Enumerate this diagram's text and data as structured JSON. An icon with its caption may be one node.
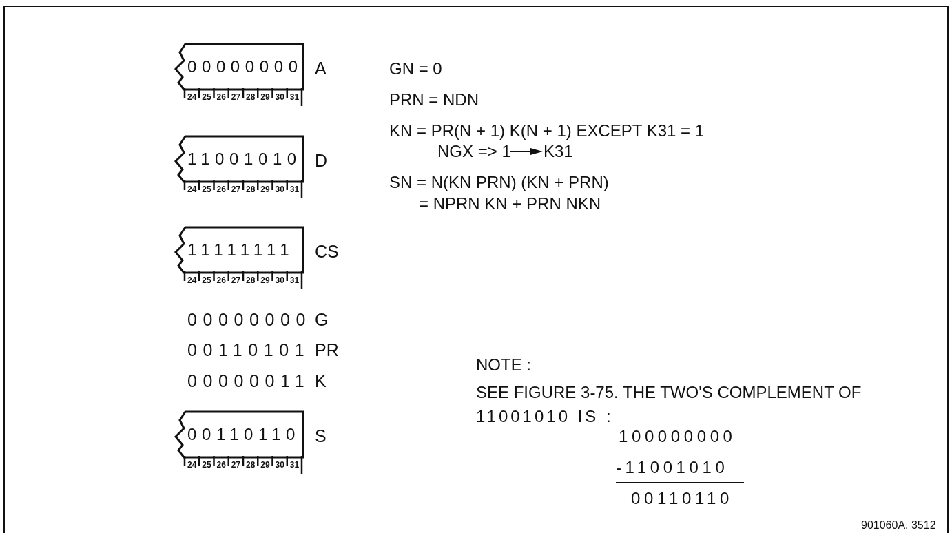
{
  "diagram": {
    "nodes": [
      {
        "text": [
          "00000000"
        ],
        "beside": [
          "A",
          "24",
          "25",
          "26",
          "27",
          "28",
          "29",
          "30",
          "31"
        ]
      },
      {
        "text": [
          "11001010"
        ],
        "beside": [
          "D",
          "24",
          "25",
          "26",
          "27",
          "28",
          "29",
          "30",
          "31"
        ]
      },
      {
        "text": [
          "11111111"
        ],
        "beside": [
          "CS",
          "24",
          "25",
          "26",
          "27",
          "28",
          "29",
          "30",
          "31"
        ]
      },
      {
        "text": [
          "00110110"
        ],
        "beside": [
          "S",
          "24",
          "25",
          "26",
          "27",
          "28",
          "29",
          "30",
          "31"
        ]
      }
    ],
    "labels": [
      "GN = 0",
      "PRN = NDN",
      "KN = PR(N + 1) K(N + 1) EXCEPT K31 = 1",
      "NGX => 1",
      "K31",
      "SN = N(KN PRN) (KN + PRN)",
      "= NPRN KN + PRN NKN",
      "00000000",
      "G",
      "00110101",
      "PR",
      "00000011",
      "K",
      "NOTE :",
      "SEE FIGURE 3-75. THE TWO'S COMPLEMENT OF",
      "11001010 IS :",
      "100000000",
      "-11001010",
      "00110110",
      "901060A. 3512"
    ]
  }
}
